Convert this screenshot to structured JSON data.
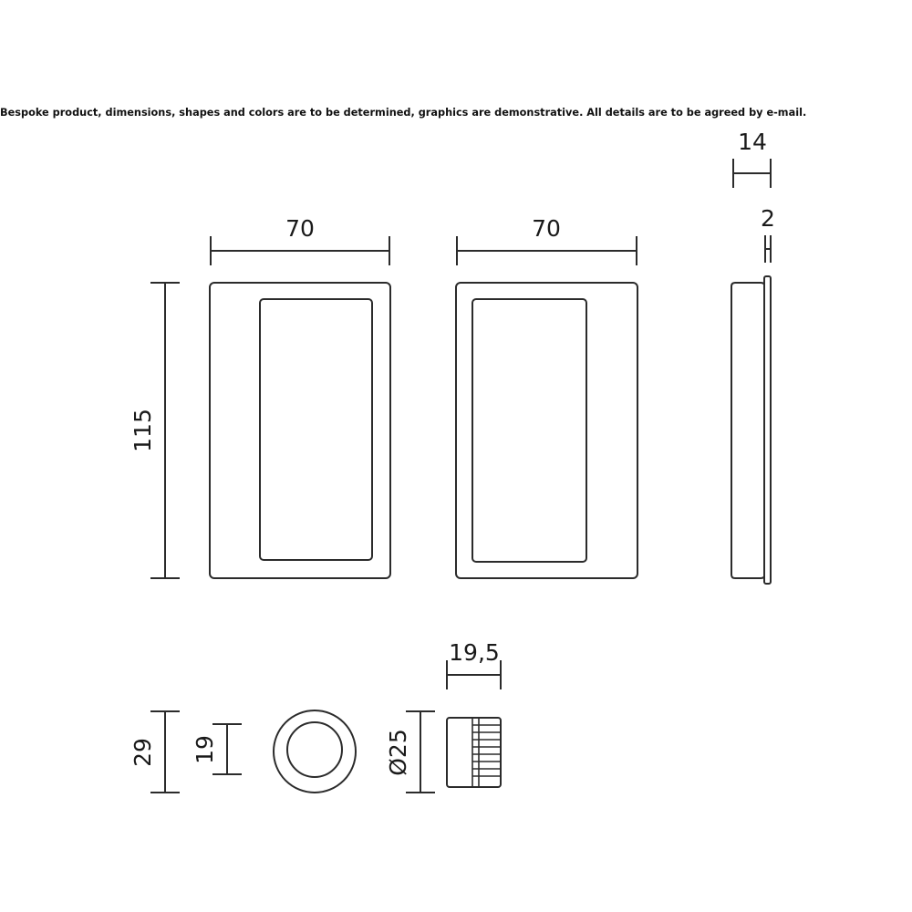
{
  "note": "Bespoke product, dimensions, shapes and colors are to be determined, graphics are demonstrative. All details are to be agreed by e-mail.",
  "dimensions": {
    "front_width_left": "70",
    "front_width_right": "70",
    "height": "115",
    "side_depth": "14",
    "flange_thickness": "2",
    "knob_outer": "29",
    "knob_inner": "19",
    "knob_depth": "19,5",
    "knob_diameter": "Ø25"
  }
}
